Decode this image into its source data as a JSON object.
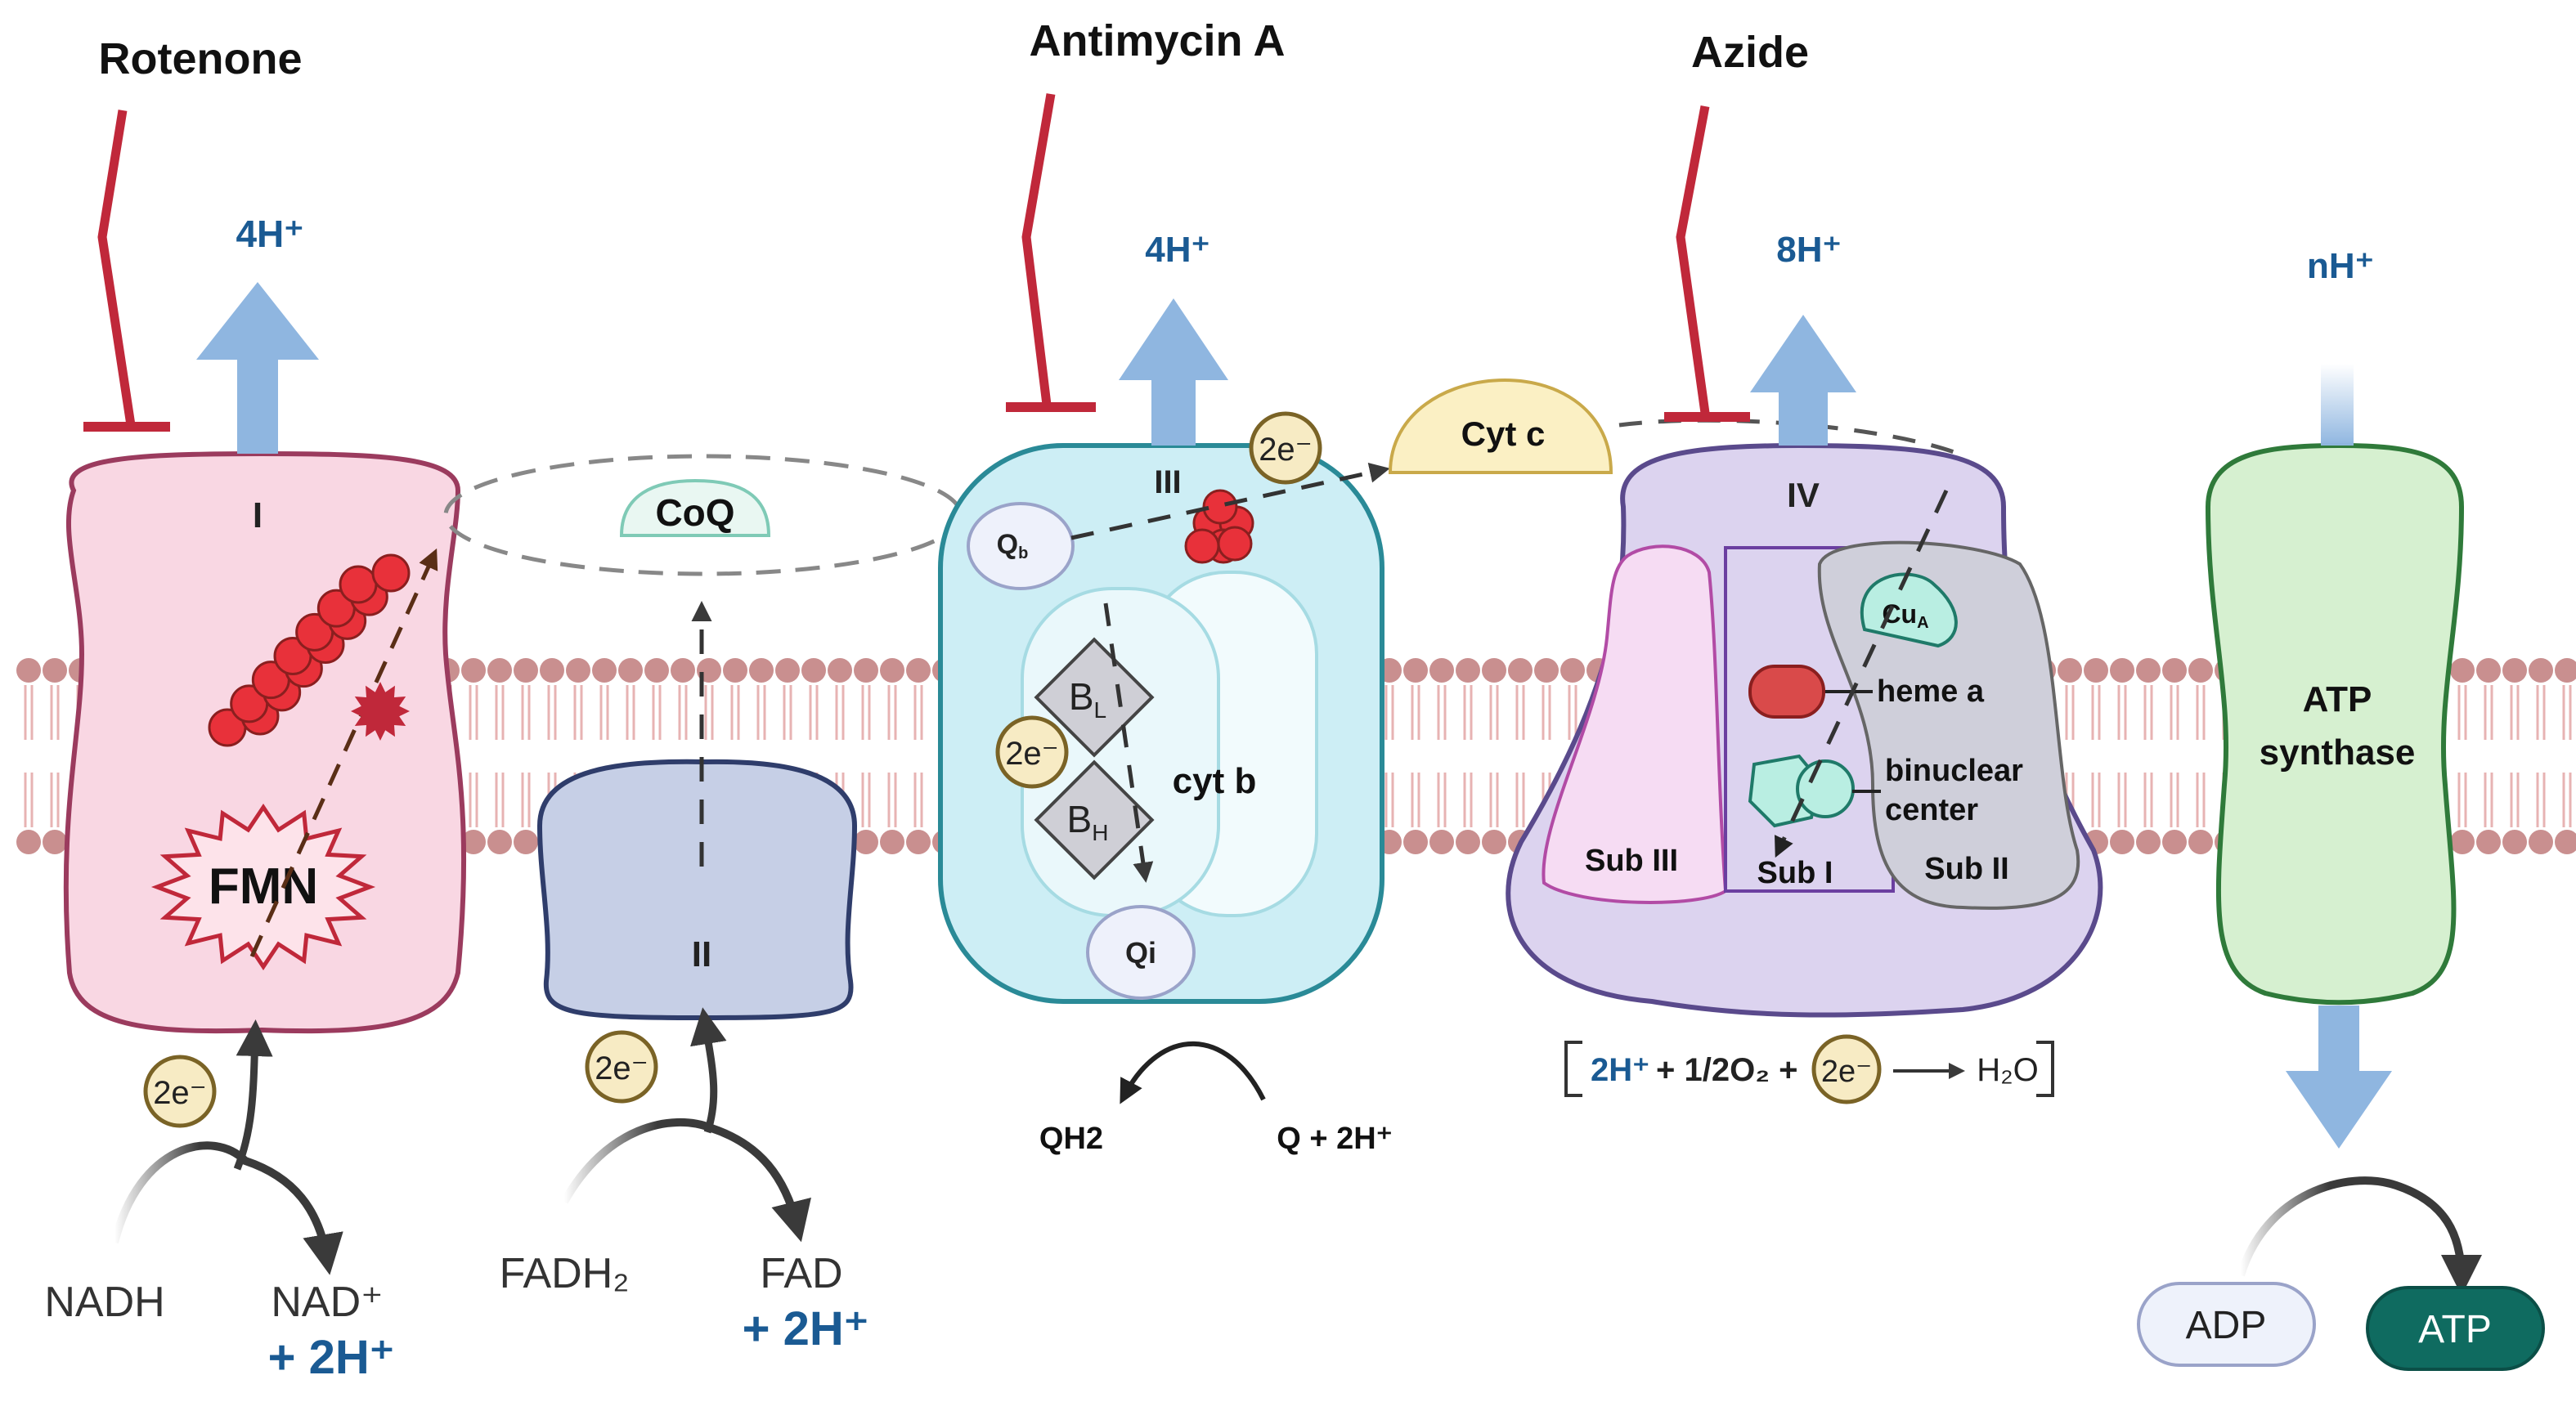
{
  "colors": {
    "inhibitor": "#c0283a",
    "proton_arrow": "#8fb6e0",
    "proton_text": "#1a5a93",
    "lipid_head": "#c98f8f",
    "lipid_tail": "#e7b3b3",
    "complex_I_fill": "#f9d7e3",
    "complex_I_stroke": "#9b3b5e",
    "complex_II_fill": "#c6cfe6",
    "complex_II_stroke": "#2f3d6b",
    "complex_III_fill": "#cdeef5",
    "complex_III_stroke": "#2a8a97",
    "complex_IV_fill": "#dcd3ef",
    "complex_IV_stroke": "#5a4a8c",
    "atp_synthase_fill": "#d6f0d0",
    "atp_synthase_stroke": "#2f7a3a",
    "cytc_fill": "#fbf0c4",
    "electron_fill": "#f7ebc4",
    "electron_stroke": "#7a6326",
    "atp_fill": "#0f6b60"
  },
  "inhibitors": {
    "rotenone": "Rotenone",
    "antimycin": "Antimycin A",
    "azide": "Azide"
  },
  "protons": {
    "complex_I": "4H⁺",
    "complex_III": "4H⁺",
    "complex_IV": "8H⁺",
    "atp_synthase": "nH⁺"
  },
  "complex_I": {
    "label": "I",
    "cofactor": "FMN",
    "electrons": "2e⁻",
    "substrate": "NADH",
    "product": "NAD⁺",
    "product_protons": "+ 2H⁺"
  },
  "complex_II": {
    "label": "II",
    "electrons": "2e⁻",
    "substrate": "FADH₂",
    "product": "FAD",
    "product_protons": "+ 2H⁺"
  },
  "coq": {
    "label": "CoQ"
  },
  "complex_III": {
    "label": "III",
    "qb": "Qb",
    "qi": "Qi",
    "bl": "BL",
    "bh": "BH",
    "cytb": "cyt b",
    "electrons_top": "2e⁻",
    "electrons_mid": "2e⁻",
    "reaction_left": "QH2",
    "reaction_right": "Q + 2H⁺"
  },
  "cytc": {
    "label": "Cyt c"
  },
  "complex_IV": {
    "label": "IV",
    "cua": "CuA",
    "heme": "heme a",
    "binuclear_1": "binuclear",
    "binuclear_2": "center",
    "sub3": "Sub III",
    "sub1": "Sub I",
    "sub2": "Sub II",
    "reaction": {
      "protons": "2H⁺",
      "oxygen": "+ 1/2O₂ +",
      "electrons": "2e⁻",
      "product": "H₂O"
    }
  },
  "atp_synthase": {
    "line1": "ATP",
    "line2": "synthase",
    "substrate": "ADP",
    "product": "ATP"
  }
}
